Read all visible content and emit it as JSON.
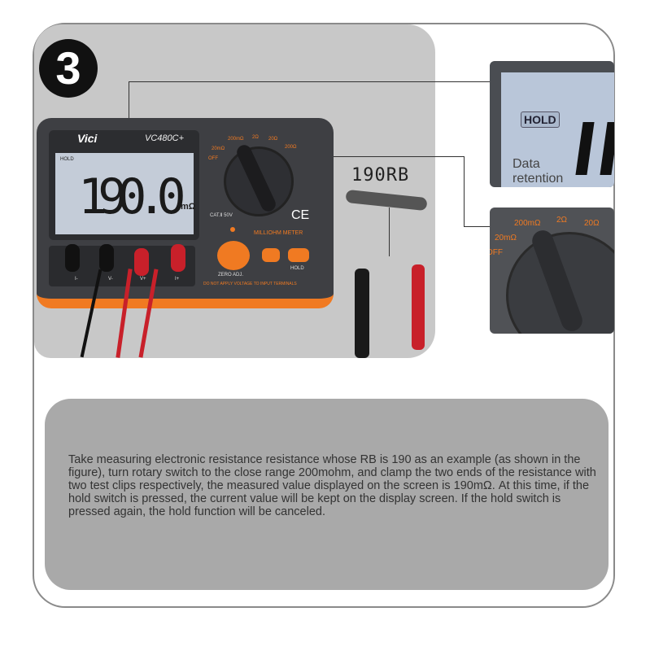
{
  "step_number": "3",
  "meter": {
    "brand": "Vici",
    "model": "VC480C+",
    "reading": "190.0",
    "unit": "mΩ",
    "hold_indicator": "HOLD",
    "cat": "CAT.Ⅱ 50V",
    "label": "MILLIOHM METER",
    "zero_adj": "ZERO ADJ.",
    "hold_button": "HOLD",
    "warning": "DO NOT APPLY VOLTAGE TO INPUT TERMINALS",
    "terminals": [
      "I-",
      "V-",
      "V+",
      "I+"
    ],
    "dial_labels": [
      "OFF",
      "20mΩ",
      "200mΩ",
      "2Ω",
      "20Ω",
      "200Ω"
    ]
  },
  "resistor_label": "190RB",
  "inset_hold": {
    "hold_label": "HOLD",
    "caption": "Data retention"
  },
  "inset_dial": {
    "labels": [
      "OFF",
      "20mΩ",
      "200mΩ",
      "2Ω",
      "20Ω"
    ]
  },
  "description": "Take measuring electronic resistance resistance whose RB is 190 as an example (as shown in the figure), turn rotary switch to the close range 200mohm, and clamp the two ends of the resistance with two test clips respectively, the measured value displayed on the screen is 190mΩ. At this time, if the hold switch is pressed, the current value will be kept on the display screen. If the hold switch is pressed again, the hold function will be canceled.",
  "colors": {
    "accent": "#f07a22",
    "panel": "#a9a9a9"
  }
}
